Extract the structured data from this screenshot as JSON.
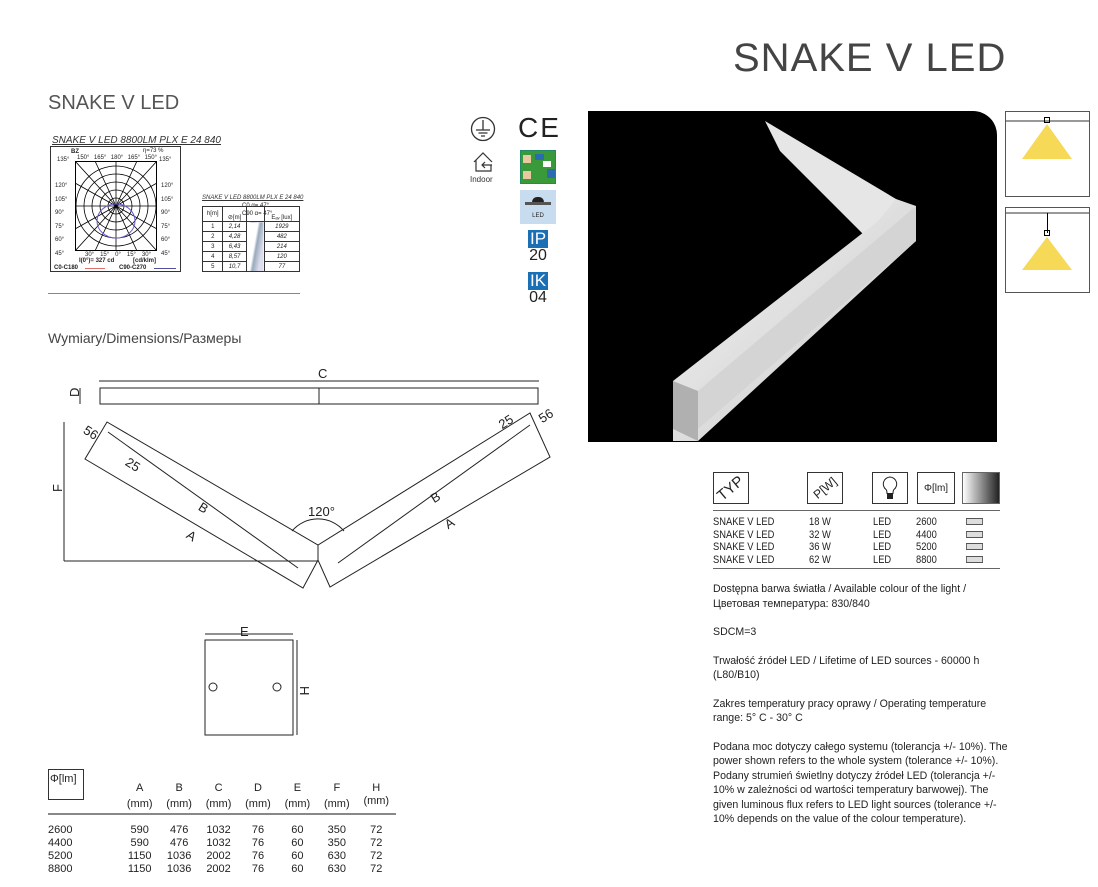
{
  "header": {
    "title": "SNAKE V LED",
    "subtitle": "SNAKE V LED"
  },
  "photometry": {
    "polar_title": "SNAKE V LED 8800LM PLX E 24 840",
    "polar_label": "BZ",
    "efficiency": "η=73 %",
    "angles_top": [
      "135°",
      "150°",
      "165°",
      "180°",
      "165°",
      "150°",
      "135°"
    ],
    "angles_side": [
      "120°",
      "105°",
      "90°",
      "75°",
      "60°",
      "45°"
    ],
    "angles_bottom": [
      "30°",
      "15°",
      "0°",
      "15°",
      "30°"
    ],
    "intensity": "I(0°)= 327 cd",
    "unit": "[cd/klm]",
    "legend": [
      "C0-C180",
      "C90-C270"
    ],
    "table_title": "SNAKE V LED 8800LM PLX E 24 840",
    "alpha_c0": "C0 α= 47°",
    "alpha_c90": "C90 α= 47°",
    "headers": [
      "h[m]",
      "⊘[m]",
      "Eₐᵥ [lux]"
    ],
    "rows": [
      [
        "1",
        "2,14",
        "1929"
      ],
      [
        "2",
        "4,28",
        "482"
      ],
      [
        "3",
        "6,43",
        "214"
      ],
      [
        "4",
        "8,57",
        "120"
      ],
      [
        "5",
        "10,7",
        "77"
      ]
    ]
  },
  "icons": {
    "indoor": "Indoor",
    "led": "LED",
    "ip_label": "IP",
    "ip_value": "20",
    "ik_label": "IK",
    "ik_value": "04"
  },
  "dimensions": {
    "heading": "Wymiary/Dimensions/Размеры",
    "labels": {
      "C": "C",
      "D": "D",
      "F": "F",
      "A": "A",
      "B": "B",
      "E": "E",
      "H": "H",
      "angle": "120°",
      "d56": "56",
      "d25": "25"
    }
  },
  "spec_table": {
    "headers": [
      "TYP",
      "P[W]",
      "[lm]"
    ],
    "rows": [
      [
        "SNAKE V LED",
        "18 W",
        "LED",
        "2600"
      ],
      [
        "SNAKE V LED",
        "32 W",
        "LED",
        "4400"
      ],
      [
        "SNAKE V LED",
        "36 W",
        "LED",
        "5200"
      ],
      [
        "SNAKE V LED",
        "62 W",
        "LED",
        "8800"
      ]
    ]
  },
  "dim_table": {
    "flux_header": "[lm]",
    "cols": [
      "A",
      "B",
      "C",
      "D",
      "E",
      "F",
      "H"
    ],
    "unit": "(mm)",
    "rows": [
      [
        "2600",
        "590",
        "476",
        "1032",
        "76",
        "60",
        "350",
        "72"
      ],
      [
        "4400",
        "590",
        "476",
        "1032",
        "76",
        "60",
        "350",
        "72"
      ],
      [
        "5200",
        "1150",
        "1036",
        "2002",
        "76",
        "60",
        "630",
        "72"
      ],
      [
        "8800",
        "1150",
        "1036",
        "2002",
        "76",
        "60",
        "630",
        "72"
      ]
    ]
  },
  "notes": [
    "Dostępna barwa światła / Available colour of the light / Цветовая температура: 830/840",
    "SDCM=3",
    "Trwałość źródeł LED / Lifetime of LED sources - 60000 h (L80/B10)",
    "Zakres temperatury pracy oprawy / Operating temperature range: 5° C - 30° C",
    "Podana moc dotyczy całego systemu (tolerancja +/- 10%). The power shown refers to the whole system (tolerance +/- 10%). Podany strumień świetlny dotyczy źródeł LED (tolerancja +/- 10% w zależności od wartości temperatury barwowej). The given luminous flux refers to LED light sources (tolerance +/- 10% depends on the value of the colour temperature)."
  ]
}
